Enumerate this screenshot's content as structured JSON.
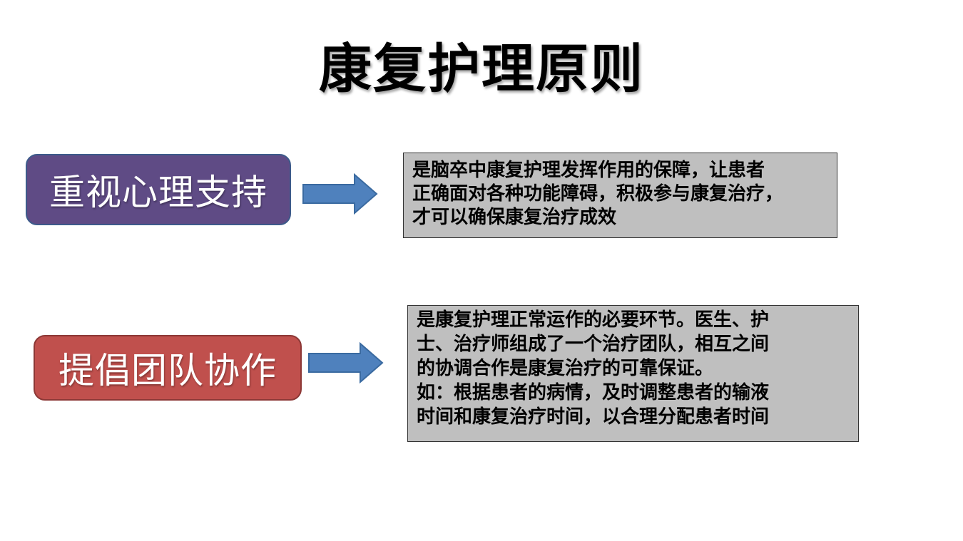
{
  "title": "康复护理原则",
  "principles": [
    {
      "label": "重视心理支持",
      "description": "是脑卒中康复护理发挥作用的保障，让患者\n正确面对各种功能障碍，积极参与康复治疗，\n才可以确保康复治疗成效"
    },
    {
      "label": "提倡团队协作",
      "description": "是康复护理正常运作的必要环节。医生、护\n士、治疗师组成了一个治疗团队，相互之间\n的协调合作是康复治疗的可靠保证。\n如：根据患者的病情，及时调整患者的输液\n时间和康复治疗时间，以合理分配患者时间"
    }
  ],
  "colors": {
    "label_1_fill": "#5f4b85",
    "label_2_fill": "#c0504d",
    "arrow_fill": "#4f81bd",
    "desc_fill": "#bfbfbf"
  },
  "icons": {
    "arrow": "right-arrow-icon"
  }
}
